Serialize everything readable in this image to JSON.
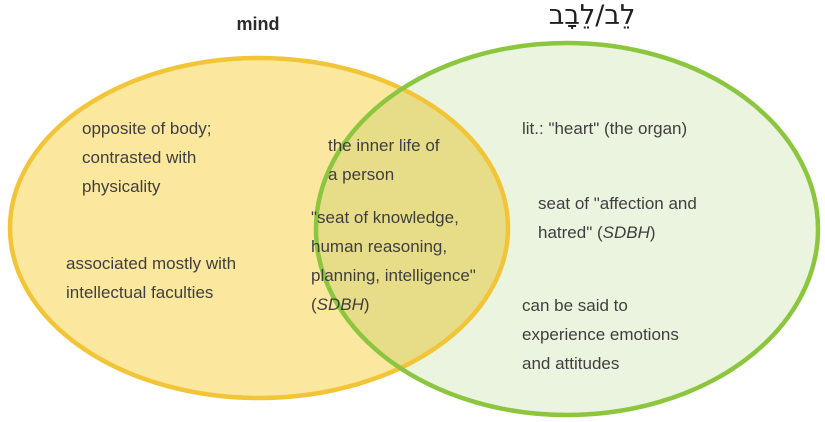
{
  "venn": {
    "left": {
      "title": "mind",
      "items": [
        "opposite of body;\ncontrasted with\nphysicality",
        "associated mostly with\nintellectual faculties"
      ]
    },
    "right": {
      "title": "לֵב/לֵבָב",
      "items": [
        "lit.: \"heart\" (the organ)",
        {
          "pre": "seat of \"affection and\nhatred\" (",
          "italic": "SDBH",
          "post": ")"
        },
        "can be said to\nexperience emotions\nand attitudes"
      ]
    },
    "overlap": {
      "items": [
        "the inner life of\na person",
        {
          "pre": "\"seat of knowledge,\nhuman reasoning,\nplanning, intelligence\"\n(",
          "italic": "SDBH",
          "post": ")"
        }
      ]
    },
    "colors": {
      "left_fill": "#FBE79D",
      "left_stroke": "#F2C437",
      "right_fill": "#EBF4DF",
      "right_stroke": "#8CC63F",
      "text": "#3F3F3F"
    }
  }
}
